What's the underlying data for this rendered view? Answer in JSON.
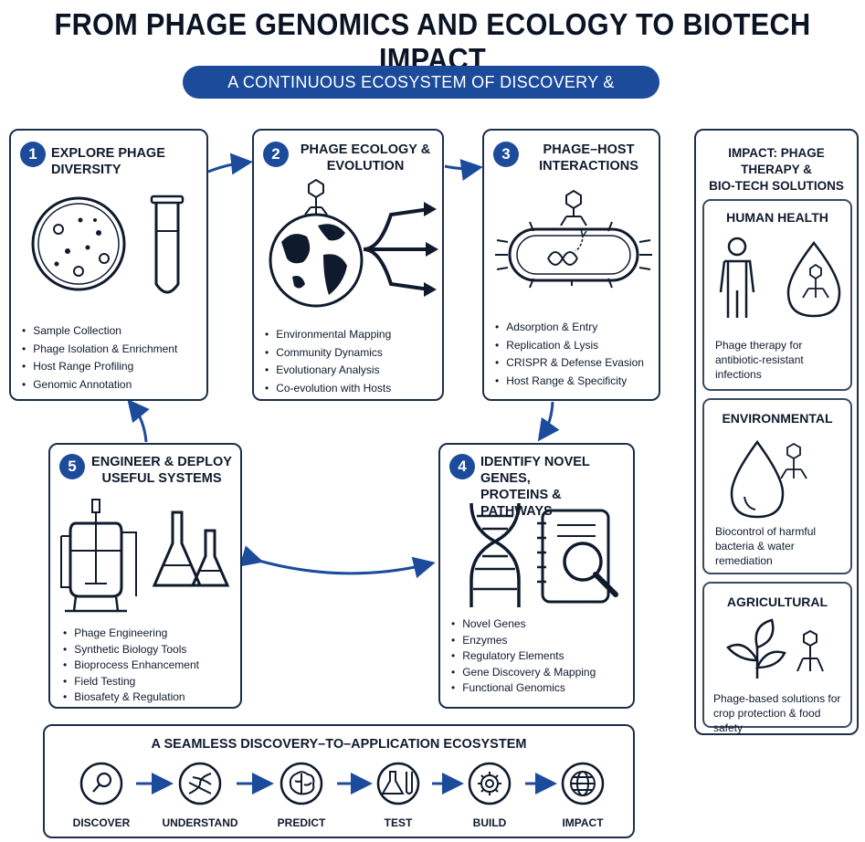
{
  "title": "FROM PHAGE GENOMICS AND ECOLOGY TO BIOTECH IMPACT",
  "banner": "A CONTINUOUS ECOSYSTEM OF DISCOVERY & APPLICATION",
  "steps": [
    {
      "num": "1",
      "title": [
        "EXPLORE PHAGE DIVERSITY"
      ],
      "bullets": [
        "Sample Collection",
        "Phage Isolation & Enrichment",
        "Host Range Profiling",
        "Genomic Annotation"
      ]
    },
    {
      "num": "2",
      "title": [
        "PHAGE ECOLOGY &",
        "EVOLUTION"
      ],
      "bullets": [
        "Environmental Mapping",
        "Community Dynamics",
        "Evolutionary Analysis",
        "Co-evolution with Hosts"
      ]
    },
    {
      "num": "3",
      "title": [
        "PHAGE–HOST",
        "INTERACTIONS"
      ],
      "bullets": [
        "Adsorption & Entry",
        "Replication & Lysis",
        "CRISPR & Defense Evasion",
        "Host Range & Specificity"
      ]
    },
    {
      "num": "4",
      "title": [
        "IDENTIFY NOVEL GENES,",
        "PROTEINS & PATHWAYS"
      ],
      "bullets": [
        "Novel Genes",
        "Enzymes",
        "Regulatory Elements",
        "Gene Discovery & Mapping",
        "Functional Genomics"
      ]
    },
    {
      "num": "5",
      "title": [
        "ENGINEER & DEPLOY",
        "USEFUL SYSTEMS"
      ],
      "bullets": [
        "Phage Engineering",
        "Synthetic Biology Tools",
        "Bioprocess Enhancement",
        "Field Testing",
        "Biosafety & Regulation"
      ]
    }
  ],
  "impact": {
    "title": [
      "IMPACT: PHAGE THERAPY &",
      "BIO-TECH SOLUTIONS"
    ],
    "sections": [
      {
        "title": "HUMAN HEALTH",
        "desc": [
          "Phage therapy for",
          "antibiotic-resistant",
          "infections"
        ]
      },
      {
        "title": "ENVIRONMENTAL",
        "desc": [
          "Biocontrol of harmful",
          "bacteria & water",
          "remediation"
        ]
      },
      {
        "title": "AGRICULTURAL",
        "desc": [
          "Phage-based solutions for",
          "crop protection & food safety"
        ]
      }
    ]
  },
  "ecosystem": {
    "title": "A SEAMLESS DISCOVERY–TO–APPLICATION ECOSYSTEM",
    "steps": [
      "DISCOVER",
      "UNDERSTAND",
      "PREDICT",
      "TEST",
      "BUILD",
      "IMPACT"
    ]
  },
  "colors": {
    "accent": "#1c4b9c",
    "ink": "#0f1b2d"
  }
}
